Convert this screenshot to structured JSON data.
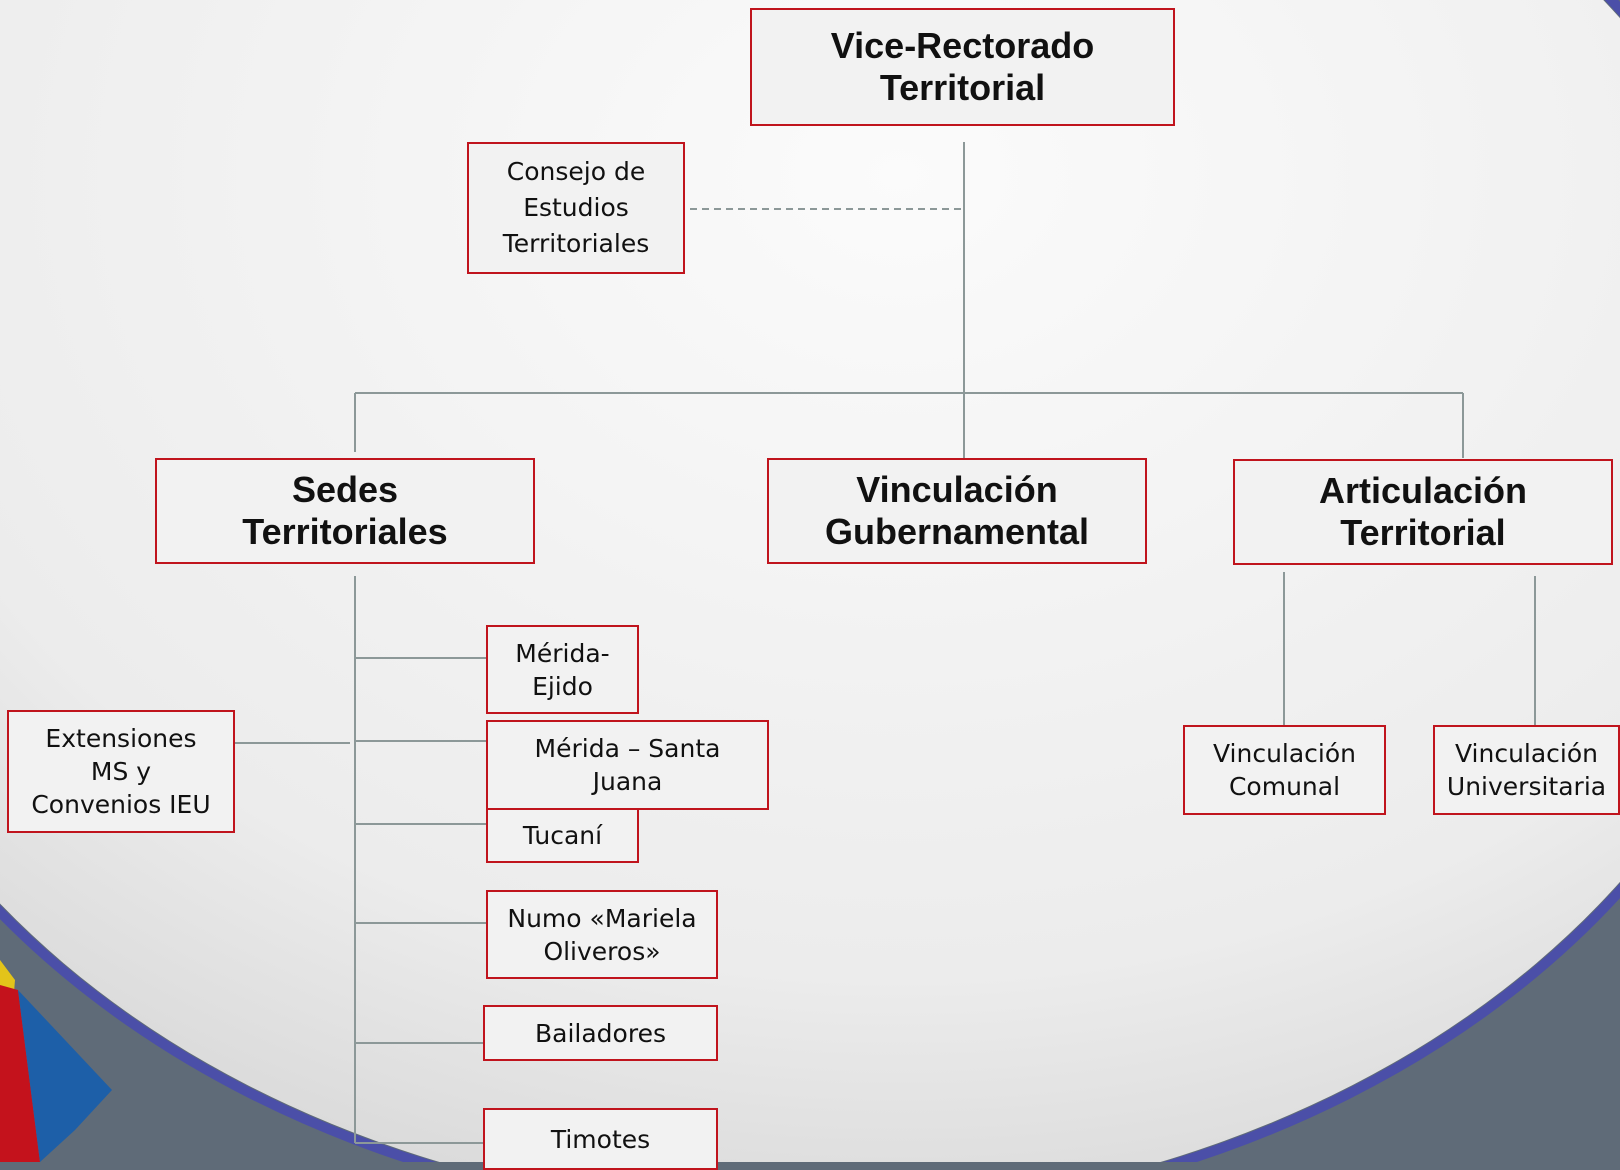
{
  "chart_data": {
    "type": "org-chart",
    "root": "Vice-Rectorado Territorial",
    "advisory": "Consejo de Estudios Territoriales",
    "children": [
      {
        "name": "Sedes Territoriales",
        "children": [
          "Mérida-Ejido",
          "Mérida – Santa Juana",
          "Tucaní",
          "Numo «Mariela Oliveros»",
          "Bailadores",
          "Timotes"
        ],
        "attached": "Extensiones MS y Convenios IEU"
      },
      {
        "name": "Vinculación Gubernamental",
        "children": []
      },
      {
        "name": "Articulación Territorial",
        "children": [
          "Vinculación Comunal",
          "Vinculación Universitaria"
        ]
      }
    ]
  },
  "nodes": {
    "root": "Vice-Rectorado\nTerritorial",
    "consejo": "Consejo de\nEstudios\nTerritoriales",
    "sedes": "Sedes\nTerritoriales",
    "vinculacion_gub": "Vinculación\nGubernamental",
    "articulacion": "Articulación\nTerritorial",
    "merida_ejido": "Mérida-\nEjido",
    "merida_santa_juana": "Mérida – Santa\nJuana",
    "tucani": "Tucaní",
    "numo": "Numo «Mariela\nOliveros»",
    "bailadores": "Bailadores",
    "timotes": "Timotes",
    "extensiones": "Extensiones\nMS y\nConvenios IEU",
    "vinc_comunal": "Vinculación\nComunal",
    "vinc_universitaria": "Vinculación\nUniversitaria"
  },
  "colors": {
    "box_border": "#c0141d",
    "box_fill": "#f2f2f2",
    "connector": "#8c9898",
    "frame_ring": "#4b4fa8",
    "frame_outer": "#5f6b78"
  }
}
